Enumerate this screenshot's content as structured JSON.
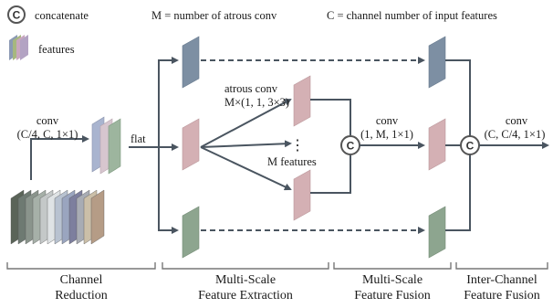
{
  "legend": {
    "concat_symbol": "C",
    "concat_label": "concatenate",
    "features_label": "features",
    "m_definition": "M = number of atrous conv",
    "c_definition": "C = channel number of input features"
  },
  "labels": {
    "conv1_title": "conv",
    "conv1_params": "(C/4, C, 1×1)",
    "flat": "flat",
    "atrous_title": "atrous conv",
    "atrous_params": "M×(1, 1, 3×3)",
    "dots": "⋮",
    "m_features": "M features",
    "conv2_title": "conv",
    "conv2_params": "(1, M, 1×1)",
    "conv3_title": "conv",
    "conv3_params": "(C, C/4, 1×1)"
  },
  "sections": [
    {
      "line1": "Channel",
      "line2": "Reduction"
    },
    {
      "line1": "Multi-Scale",
      "line2": "Feature Extraction"
    },
    {
      "line1": "Multi-Scale",
      "line2": "Feature Fusion"
    },
    {
      "line1": "Inter-Channel",
      "line2": "Feature Fusion"
    }
  ],
  "colors": {
    "blue_feature": "#7d8fa3",
    "pink_feature": "#d4b0b4",
    "green_feature": "#8da58f",
    "arrow": "#4a5560",
    "input_stack": [
      "#5a6458",
      "#6e7a72",
      "#8a948c",
      "#a6b0a8",
      "#c4c8c8",
      "#dfe3e5",
      "#b8c2d0",
      "#9aa5bf",
      "#7d7f9e",
      "#a8acb4",
      "#cbbfa8",
      "#b59c86"
    ]
  }
}
